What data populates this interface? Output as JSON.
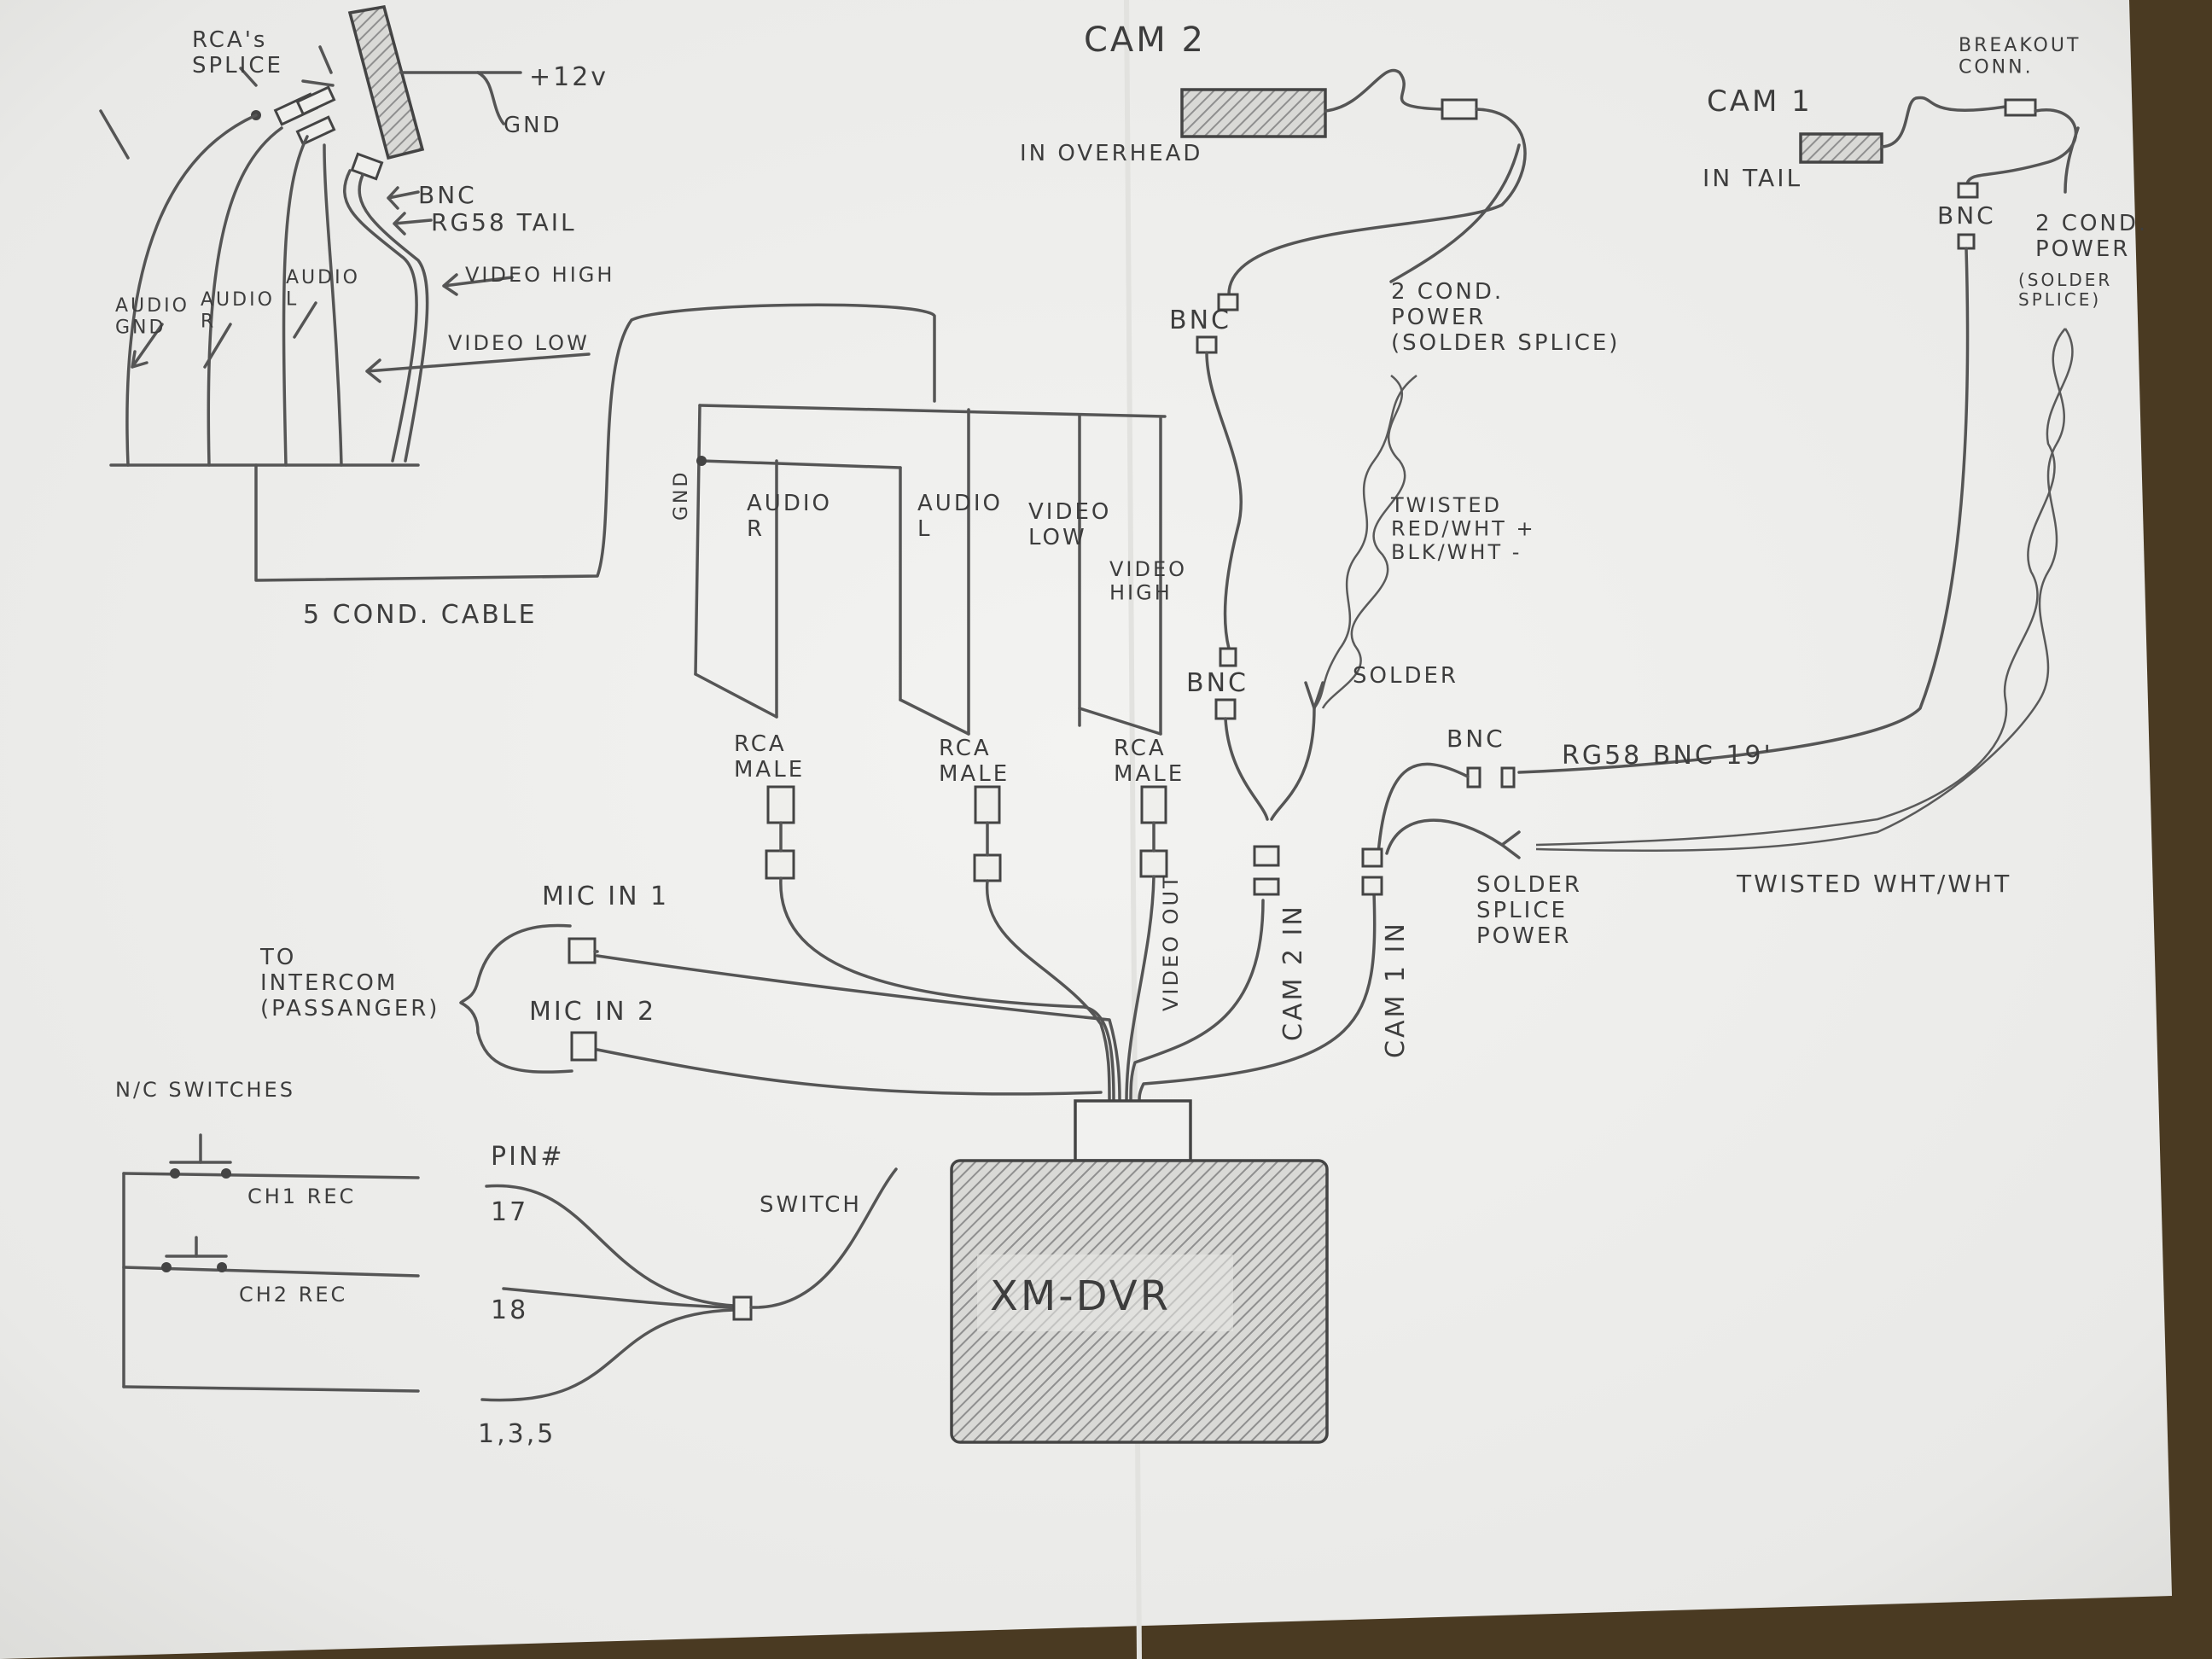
{
  "colors": {
    "paper": "#eeeeec",
    "ink": "#4a4a4a",
    "table": "#4a3a22",
    "hatch": "#9a9a9a"
  },
  "top_left": {
    "rcas_splice": "RCA's\nSPLICE",
    "plus12v": "+12v",
    "gnd": "GND",
    "bnc": "BNC",
    "rg58_tail": "RG58 TAIL",
    "video_high": "VIDEO HIGH",
    "video_low": "VIDEO LOW",
    "audio_gnd": "AUDIO\nGND",
    "audio_r": "AUDIO\nR",
    "audio_l": "AUDIO\nL",
    "five_cond_cable": "5 COND. CABLE"
  },
  "middle": {
    "gnd": "GND",
    "audio_r": "AUDIO\nR",
    "audio_l": "AUDIO\nL",
    "video_low": "VIDEO\nLOW",
    "video_high": "VIDEO\nHIGH",
    "rca_male_1": "RCA\nMALE",
    "rca_male_2": "RCA\nMALE",
    "rca_male_3": "RCA\nMALE",
    "video_out": "VIDEO OUT",
    "cam2_in": "CAM 2 IN",
    "cam1_in": "CAM 1 IN"
  },
  "cam2": {
    "title": "CAM 2",
    "location": "IN OVERHEAD",
    "bnc_top": "BNC",
    "bnc_bottom": "BNC",
    "power": "2 COND.\nPOWER\n(SOLDER SPLICE)",
    "twisted": "TWISTED\nRED/WHT +\nBLK/WHT -",
    "solder": "SOLDER"
  },
  "cam1": {
    "title": "CAM 1",
    "location": "IN TAIL",
    "breakout": "BREAKOUT\nCONN.",
    "bnc": "BNC",
    "power": "2 COND.\nPOWER",
    "solder_splice": "(SOLDER\nSPLICE)",
    "bnc_lower": "BNC",
    "rg58": "RG58 BNC 19'",
    "solder_splice_power": "SOLDER\nSPLICE\nPOWER",
    "twisted_wht": "TWISTED WHT/WHT"
  },
  "mics": {
    "mic1": "MIC IN 1",
    "mic2": "MIC IN 2",
    "intercom": "TO\nINTERCOM\n(PASSANGER)"
  },
  "switches": {
    "title": "N/C SWITCHES",
    "ch1": "CH1 REC",
    "ch2": "CH2 REC"
  },
  "pins": {
    "title": "PIN#",
    "p17": "17",
    "p18": "18",
    "p135": "1,3,5",
    "switch": "SWITCH"
  },
  "dvr": {
    "label": "XM-DVR"
  }
}
